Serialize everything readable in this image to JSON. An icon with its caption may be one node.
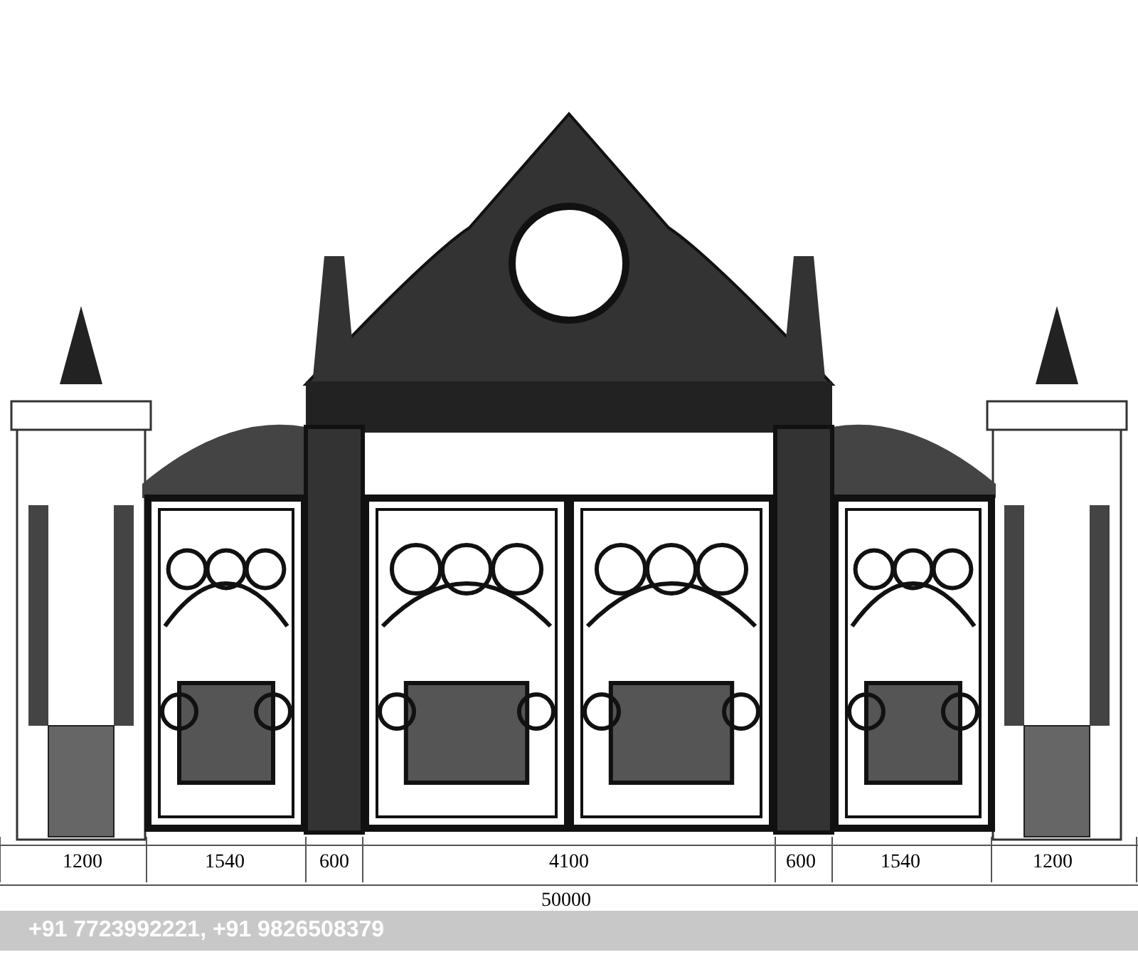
{
  "diagram": {
    "labels": [
      "1200",
      "1540",
      "600",
      "4100",
      "600",
      "1540",
      "1200",
      "50000",
      "+91 7723992221, +91 9826508379"
    ]
  }
}
